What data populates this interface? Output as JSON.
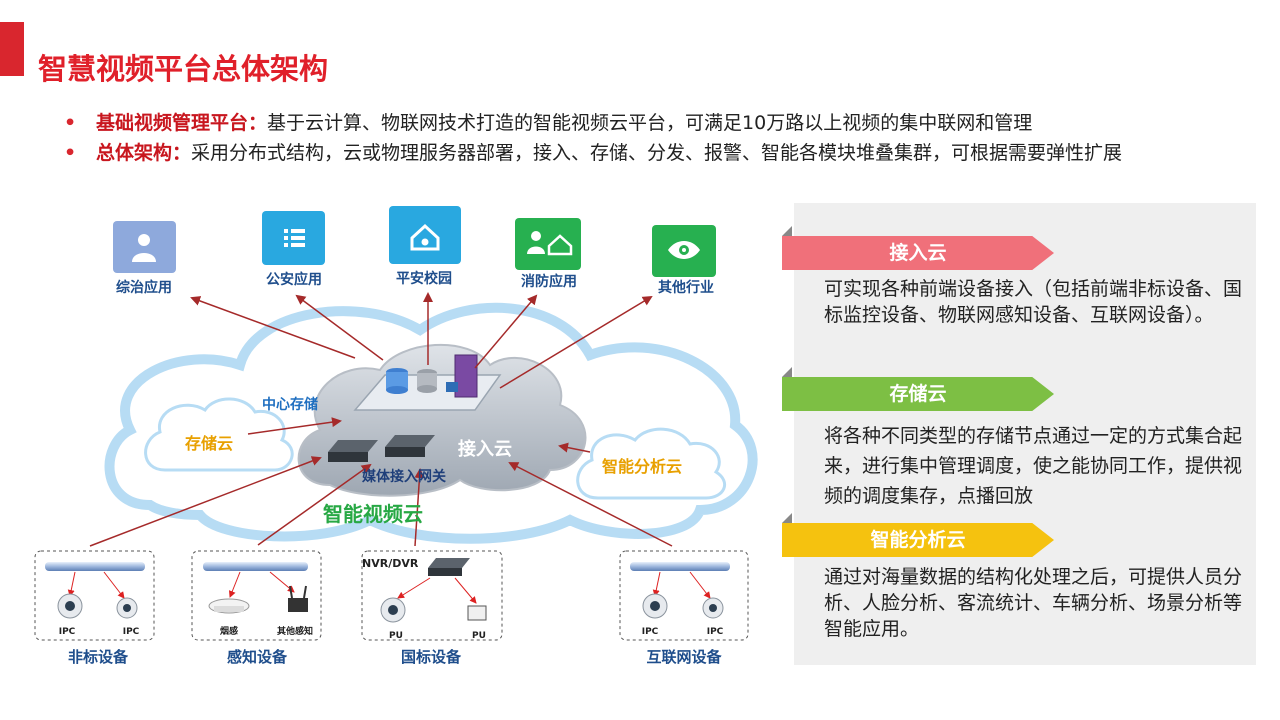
{
  "title": "智慧视频平台总体架构",
  "bullets": [
    {
      "key": "基础视频管理平台：",
      "text": "基于云计算、物联网技术打造的智能视频云平台，可满足10万路以上视频的集中联网和管理"
    },
    {
      "key": "总体架构：",
      "text": "采用分布式结构，云或物理服务器部署，接入、存储、分发、报警、智能各模块堆叠集群，可根据需要弹性扩展"
    }
  ],
  "apps": [
    {
      "label": "综治应用",
      "icon": "user-icon",
      "color": "#8ea9dc"
    },
    {
      "label": "公安应用",
      "icon": "list-icon",
      "color": "#29a8e0"
    },
    {
      "label": "平安校园",
      "icon": "home-drop-icon",
      "color": "#29a8e0"
    },
    {
      "label": "消防应用",
      "icon": "people-house-icon",
      "color": "#27b050"
    },
    {
      "label": "其他行业",
      "icon": "eye-icon",
      "color": "#27b050"
    }
  ],
  "cloud": {
    "center_storage": "中心存储",
    "storage_cloud": "存储云",
    "access_cloud": "接入云",
    "analysis_cloud": "智能分析云",
    "gateway": "媒体接入网关",
    "main": "智能视频云"
  },
  "devices": [
    {
      "label": "非标设备",
      "items": [
        "IPC",
        "IPC"
      ]
    },
    {
      "label": "感知设备",
      "items": [
        "烟感",
        "其他感知"
      ]
    },
    {
      "label": "国标设备",
      "nvr": "NVR/DVR",
      "items": [
        "PU",
        "PU"
      ]
    },
    {
      "label": "互联网设备",
      "items": [
        "IPC",
        "IPC"
      ]
    }
  ],
  "panel": [
    {
      "tag": "接入云",
      "color": "#f0707a",
      "desc": "可实现各种前端设备接入（包括前端非标设备、国标监控设备、物联网感知设备、互联网设备）。"
    },
    {
      "tag": "存储云",
      "color": "#7dbf44",
      "desc": "将各种不同类型的存储节点通过一定的方式集合起来，进行集中管理调度，使之能协同工作，提供视频的调度集存，点播回放"
    },
    {
      "tag": "智能分析云",
      "color": "#f5c20f",
      "desc": "通过对海量数据的结构化处理之后，可提供人员分析、人脸分析、客流统计、车辆分析、场景分析等智能应用。"
    }
  ]
}
